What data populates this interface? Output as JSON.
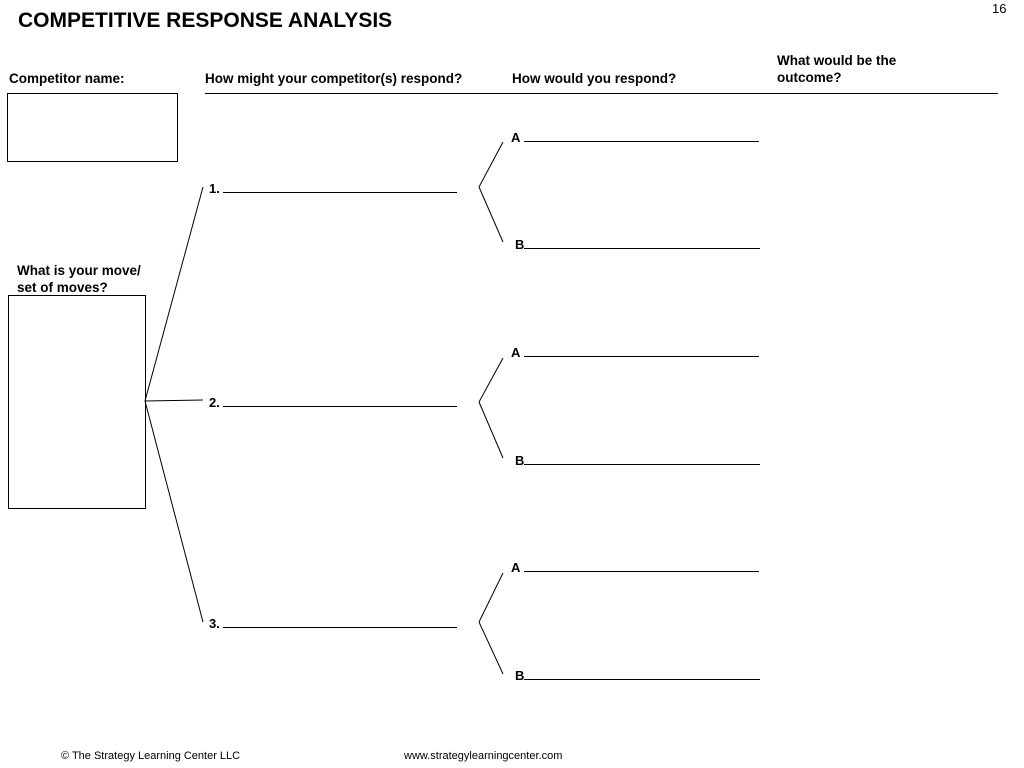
{
  "page": {
    "title": "COMPETITIVE RESPONSE ANALYSIS",
    "page_number": "16"
  },
  "headers": {
    "competitor_name": "Competitor name:",
    "competitor_response": "How might your competitor(s) respond?",
    "your_response": "How would you respond?",
    "outcome": "What would be the outcome?"
  },
  "move": {
    "label": "What is your move/ set of moves?"
  },
  "responses": [
    {
      "number": "1.",
      "options": [
        "A",
        "B"
      ]
    },
    {
      "number": "2.",
      "options": [
        "A",
        "B"
      ]
    },
    {
      "number": "3.",
      "options": [
        "A",
        "B"
      ]
    }
  ],
  "footer": {
    "copyright": "© The Strategy Learning Center LLC",
    "website": "www.strategylearningcenter.com"
  }
}
